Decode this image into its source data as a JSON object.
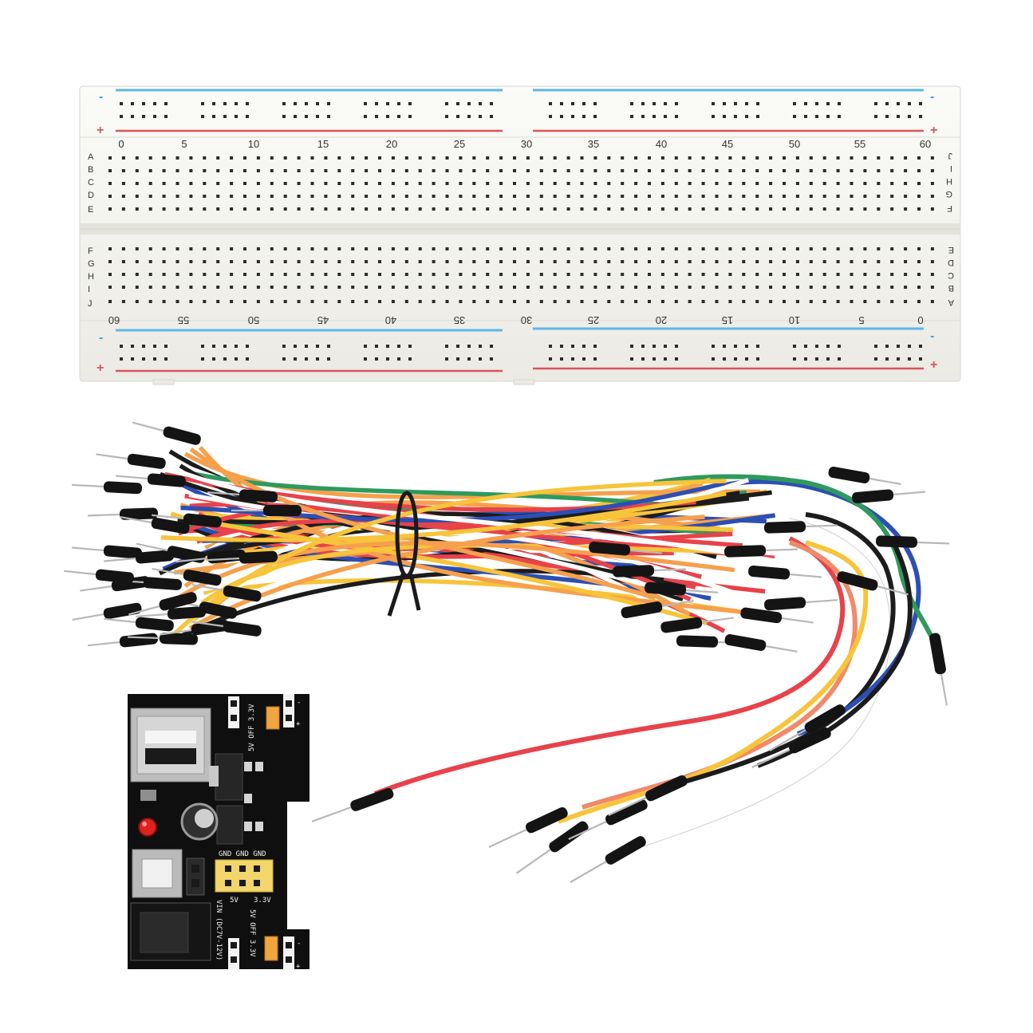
{
  "breadcrumb_board": {
    "column_numbers_top": [
      "0",
      "5",
      "10",
      "15",
      "20",
      "25",
      "30",
      "35",
      "40",
      "45",
      "50",
      "55",
      "60"
    ],
    "column_numbers_bottom": [
      "60",
      "55",
      "50",
      "45",
      "40",
      "35",
      "30",
      "25",
      "20",
      "15",
      "10",
      "5",
      "0"
    ],
    "rows_left_upper": [
      "A",
      "B",
      "C",
      "D",
      "E"
    ],
    "rows_left_lower": [
      "F",
      "G",
      "H",
      "I",
      "J"
    ],
    "rows_right_upper": [
      "J",
      "I",
      "H",
      "G",
      "F"
    ],
    "rows_right_lower": [
      "E",
      "D",
      "C",
      "B",
      "A"
    ],
    "rail_minus": "-",
    "rail_plus": "+",
    "colors": {
      "board": "#f3f2ee",
      "hole": "#2b2b2b",
      "blue_rail": "#5fb7e6",
      "red_rail": "#d9555a"
    }
  },
  "jumper_wires": {
    "colors": [
      "#e8424a",
      "#f6a04d",
      "#f7c43a",
      "#ffffff",
      "#1c1c1c",
      "#2c4fb3",
      "#2e9a5c",
      "#f08a6a"
    ]
  },
  "power_module": {
    "labels": {
      "top_jumper": "5V OFF 3.3V",
      "gnd_row": "GND GND GND",
      "v5": "5V",
      "v33": "3.3V",
      "vin": "VIN",
      "vin_range": "(DC7V-12V)",
      "bottom_jumper": "5V OFF 3.3V",
      "minus": "-",
      "plus": "+"
    },
    "colors": {
      "pcb": "#0f0f0f",
      "header": "#f2d56b",
      "jumper": "#f0a640",
      "led": "#e0221f"
    }
  }
}
